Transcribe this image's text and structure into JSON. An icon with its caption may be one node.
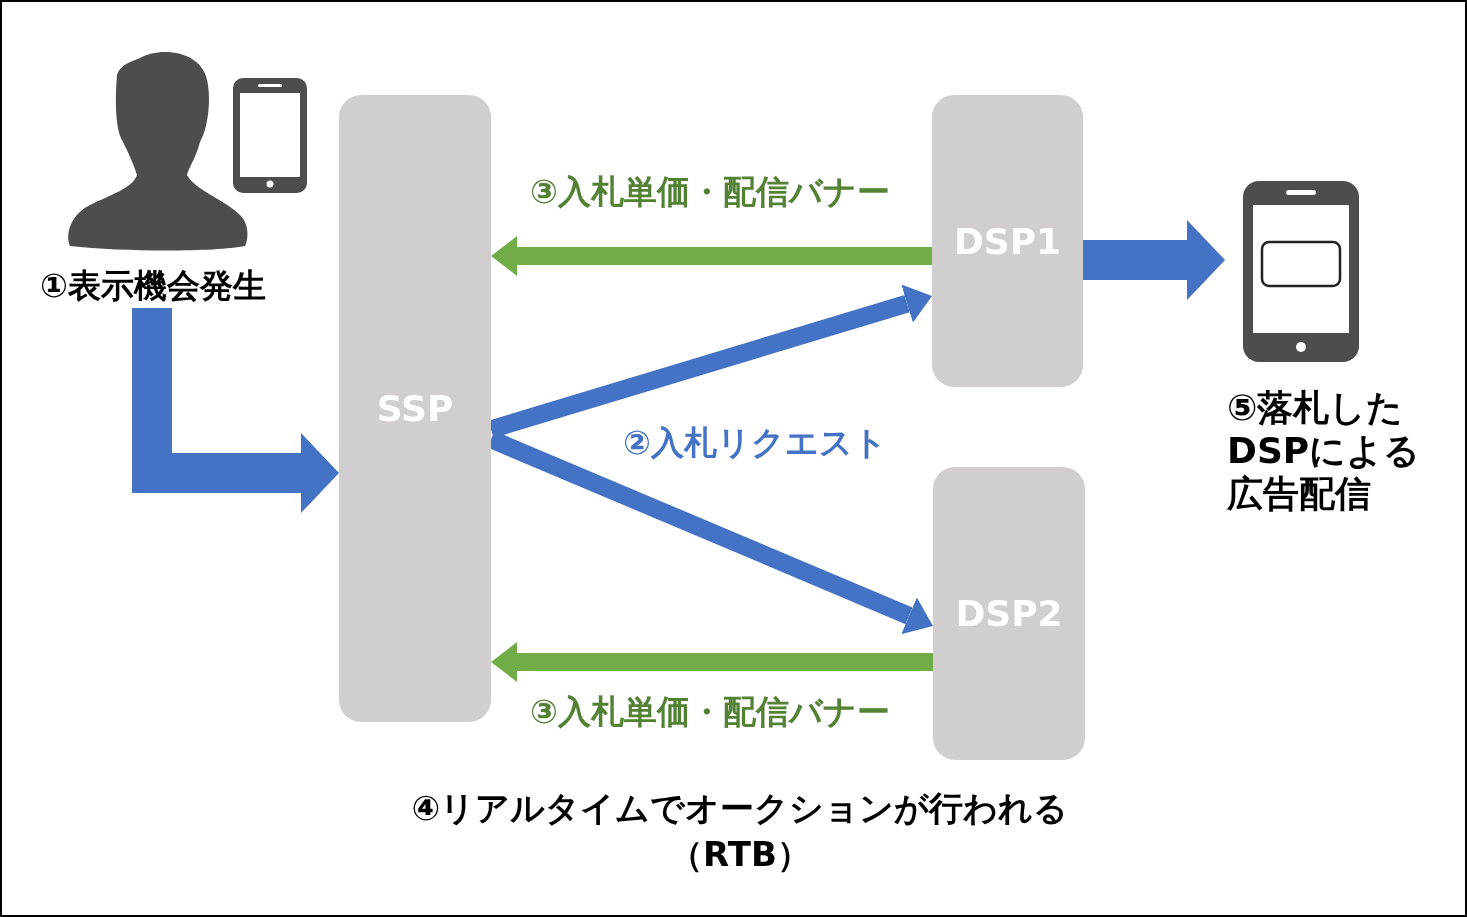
{
  "diagram": {
    "caption": "④リアルタイムでオークションが行われる（RTB）",
    "nodes": [
      {
        "text": [],
        "shape": "person",
        "beside": [
          "①表示機会発生"
        ]
      },
      {
        "text": [
          "SSP"
        ]
      },
      {
        "text": [
          "DSP1"
        ]
      },
      {
        "text": [
          "DSP2"
        ]
      },
      {
        "text": [],
        "shape": "phone",
        "beside": [
          "⑤落札したDSPによる広告配信"
        ]
      }
    ],
    "edges": [
      {
        "from": 0,
        "to": 1,
        "arrow": "to",
        "style": "thick"
      },
      {
        "from": 2,
        "to": 1,
        "arrow": "to",
        "label": "③入札単価・配信バナー",
        "color": "#70ad47"
      },
      {
        "from": 1,
        "to": 2,
        "arrow": "to",
        "label": "②入札リクエスト"
      },
      {
        "from": 1,
        "to": 3,
        "arrow": "to"
      },
      {
        "from": 3,
        "to": 1,
        "arrow": "to",
        "label": "③入札単価・配信バナー",
        "color": "#70ad47"
      },
      {
        "from": 2,
        "to": 4,
        "arrow": "to",
        "style": "thick"
      }
    ]
  }
}
